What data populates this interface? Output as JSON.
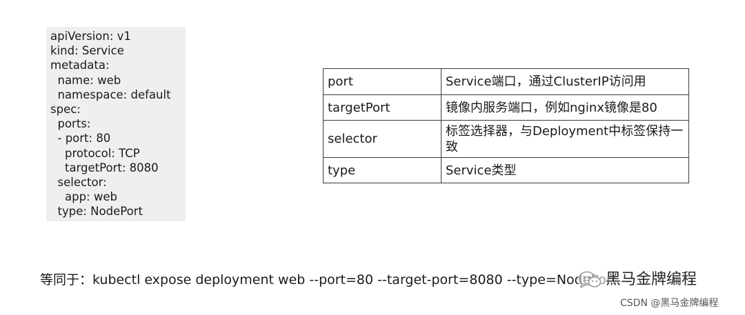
{
  "yaml": {
    "lines": [
      "apiVersion: v1",
      "kind: Service",
      "metadata:",
      "  name: web",
      "  namespace: default",
      "spec:",
      "  ports:",
      "  - port: 80",
      "    protocol: TCP",
      "    targetPort: 8080",
      "  selector:",
      "    app: web",
      "  type: NodePort"
    ]
  },
  "table": {
    "rows": [
      {
        "key": "port",
        "desc": "Service端口，通过ClusterIP访问用"
      },
      {
        "key": "targetPort",
        "desc": "镜像内服务端口，例如nginx镜像是80"
      },
      {
        "key": "selector",
        "desc": "标签选择器，与Deployment中标签保持一致"
      },
      {
        "key": "type",
        "desc": "Service类型"
      }
    ]
  },
  "equivalent": {
    "text": "等同于：kubectl expose deployment web --port=80 --target-port=8080 --type=NodePort"
  },
  "watermark": {
    "icon": "wechat-icon",
    "text": "黑马金牌编程"
  },
  "credit": {
    "text": "CSDN @黑马金牌编程"
  }
}
